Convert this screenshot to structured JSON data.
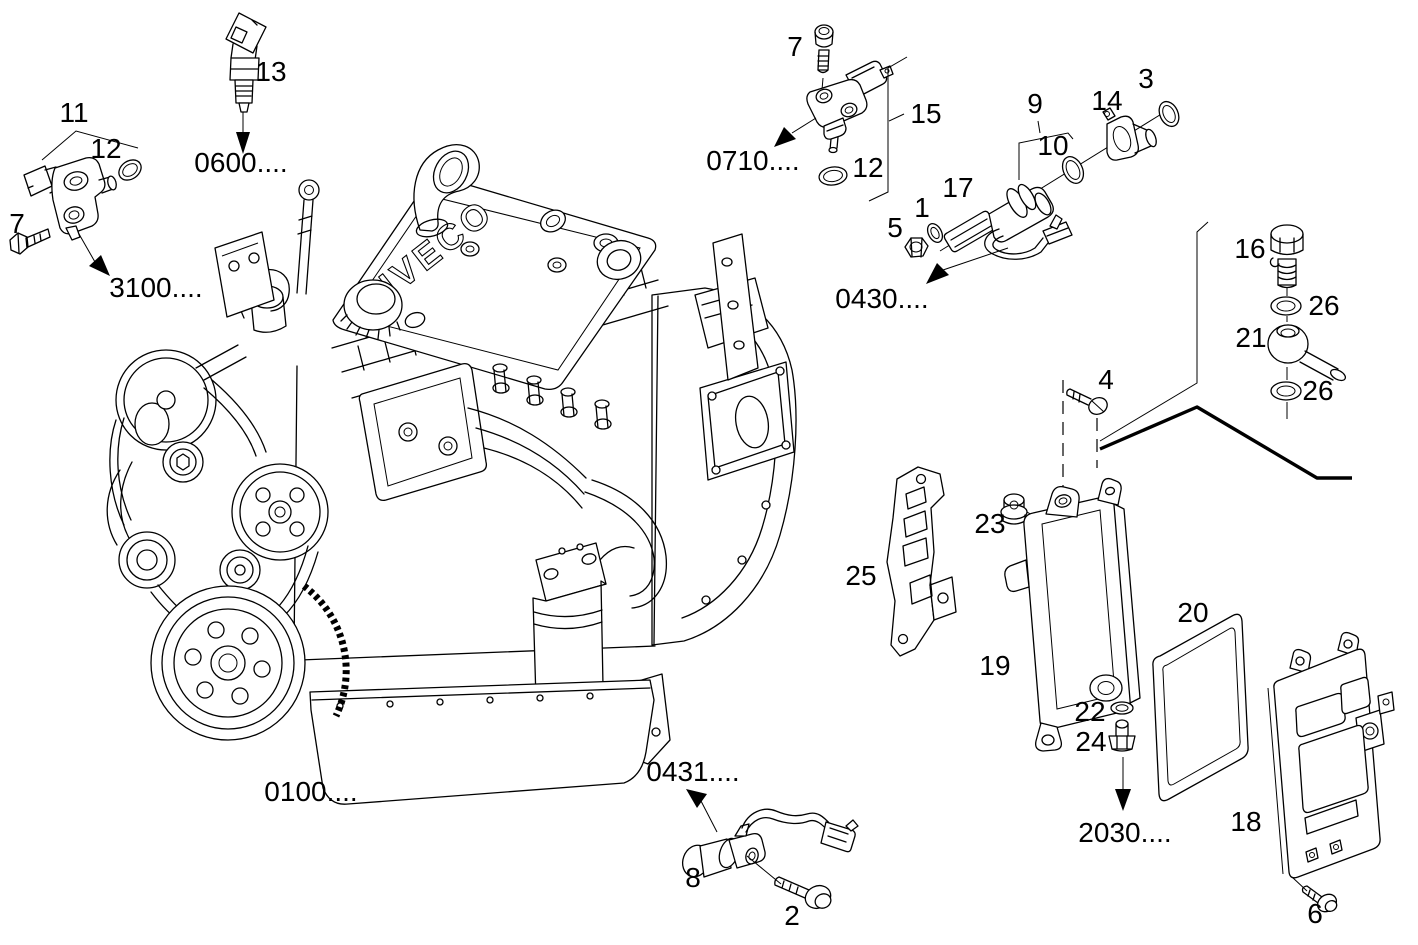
{
  "figure": {
    "type": "exploded-parts-diagram",
    "subject": "engine electrical equipment: sensors, control units, fittings",
    "colors": {
      "line": "#000000",
      "background": "#ffffff"
    },
    "brand": {
      "embossed": "IVECO"
    },
    "callouts": [
      {
        "t": "13"
      },
      {
        "t": "11"
      },
      {
        "t": "12"
      },
      {
        "t": "7"
      },
      {
        "t": "7"
      },
      {
        "t": "15"
      },
      {
        "t": "12"
      },
      {
        "t": "9"
      },
      {
        "t": "10"
      },
      {
        "t": "14"
      },
      {
        "t": "3"
      },
      {
        "t": "17"
      },
      {
        "t": "1"
      },
      {
        "t": "5"
      },
      {
        "t": "16"
      },
      {
        "t": "26"
      },
      {
        "t": "21"
      },
      {
        "t": "26"
      },
      {
        "t": "4"
      },
      {
        "t": "23"
      },
      {
        "t": "25"
      },
      {
        "t": "19"
      },
      {
        "t": "22"
      },
      {
        "t": "24"
      },
      {
        "t": "20"
      },
      {
        "t": "18"
      },
      {
        "t": "6"
      },
      {
        "t": "8"
      },
      {
        "t": "2"
      }
    ],
    "codes": [
      {
        "t": "0600...."
      },
      {
        "t": "3100...."
      },
      {
        "t": "0100...."
      },
      {
        "t": "0710...."
      },
      {
        "t": "0430...."
      },
      {
        "t": "0431...."
      },
      {
        "t": "2030...."
      }
    ]
  }
}
